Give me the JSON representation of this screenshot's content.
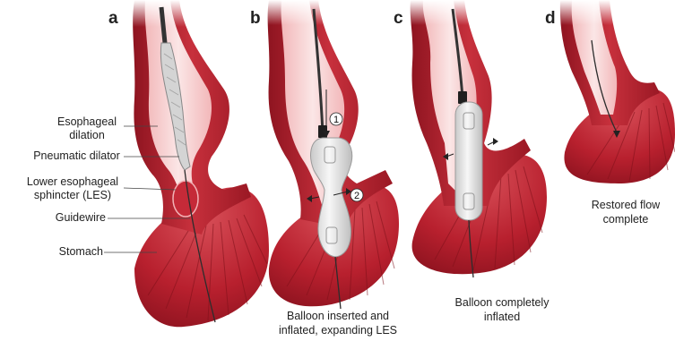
{
  "panels": {
    "a": {
      "letter": "a",
      "labels": {
        "esophageal_dilation": [
          "Esophageal",
          "dilation"
        ],
        "pneumatic_dilator": "Pneumatic dilator",
        "les": [
          "Lower esophageal",
          "sphincter (LES)"
        ],
        "guidewire": "Guidewire",
        "stomach": "Stomach"
      }
    },
    "b": {
      "letter": "b",
      "step_numbers": [
        "1",
        "2"
      ],
      "caption": [
        "Balloon inserted and",
        "inflated, expanding LES"
      ]
    },
    "c": {
      "letter": "c",
      "caption": [
        "Balloon completely",
        "inflated"
      ]
    },
    "d": {
      "letter": "d",
      "caption": [
        "Restored flow",
        "complete"
      ]
    }
  },
  "colors": {
    "tissue_outer": "#b8202e",
    "tissue_dark": "#8e1420",
    "lumen": "#f4c6c6",
    "lumen_light": "#fbe3e3",
    "wall_highlight": "#e9959b",
    "balloon": "#e6e6e6",
    "wire": "#2d2d2d"
  }
}
